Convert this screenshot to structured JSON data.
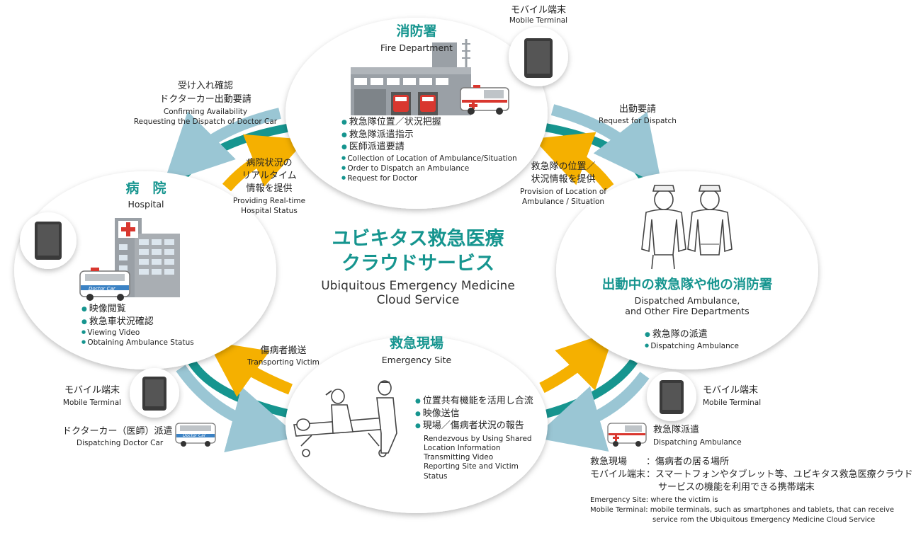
{
  "colors": {
    "teal": "#16958f",
    "light_blue": "#9ac6d4",
    "orange": "#f5b000",
    "gray_building": "#9aa0a6"
  },
  "center": {
    "title_line1": "ユビキタス救急医療",
    "title_line2": "クラウドサービス",
    "en_line1": "Ubiquitous Emergency Medicine",
    "en_line2": "Cloud Service"
  },
  "fire_dept": {
    "title": "消防署",
    "subtitle": "Fire Department",
    "items_jp": [
      "救急隊位置／状況把握",
      "救急隊派遣指示",
      "医師派遣要請"
    ],
    "items_en": [
      "Collection of Location of Ambulance/Situation",
      "Order to Dispatch an Ambulance",
      "Request for Doctor"
    ]
  },
  "hospital": {
    "title": "病　院",
    "subtitle": "Hospital",
    "items_jp": [
      "映像閲覧",
      "救急車状況確認"
    ],
    "items_en": [
      "Viewing Video",
      "Obtaining Ambulance Status"
    ],
    "doctor_car_text": "Doctor Car"
  },
  "dispatched": {
    "title": "出動中の救急隊や他の消防署",
    "subtitle_line1": "Dispatched Ambulance,",
    "subtitle_line2": "and Other Fire Departments",
    "items_jp": [
      "救急隊の派遣"
    ],
    "items_en": [
      "Dispatching Ambulance"
    ]
  },
  "site": {
    "title": "救急現場",
    "subtitle": "Emergency Site",
    "items_jp": [
      "位置共有機能を活用し合流",
      "映像送信",
      "現場／傷病者状況の報告"
    ],
    "items_en": [
      "Rendezvous by Using Shared",
      "Location Information",
      "Transmitting Video",
      "Reporting Site and Victim",
      "Status"
    ]
  },
  "arrows": {
    "confirm_jp1": "受け入れ確認",
    "confirm_jp2": "ドクターカー出動要請",
    "confirm_en1": "Confirming Availability",
    "confirm_en2": "Requesting the Dispatch of Doctor Car",
    "realtime_jp1": "病院状況の",
    "realtime_jp2": "リアルタイム",
    "realtime_jp3": "情報を提供",
    "realtime_en1": "Providing Real-time",
    "realtime_en2": "Hospital Status",
    "dispatch_req_jp": "出動要請",
    "dispatch_req_en": "Request for Dispatch",
    "location_jp1": "救急隊の位置／",
    "location_jp2": "状況情報を提供",
    "location_en1": "Provision of Location of",
    "location_en2": "Ambulance / Situation",
    "transport_jp": "傷病者搬送",
    "transport_en": "Transporting Victim"
  },
  "mobile_top": {
    "jp": "モバイル端末",
    "en": "Mobile Terminal"
  },
  "mobile_left": {
    "jp": "モバイル端末",
    "en": "Mobile Terminal"
  },
  "mobile_right": {
    "jp": "モバイル端末",
    "en": "Mobile Terminal"
  },
  "doctor_car_left": {
    "jp": "ドクターカー（医師）派遣",
    "en": "Dispatching Doctor Car",
    "car_text": "Doctor Car"
  },
  "ambulance_right": {
    "jp": "救急隊派遣",
    "en": "Dispatching Ambulance"
  },
  "legend": {
    "site_term_jp": "救急現場",
    "site_def_jp": "：傷病者の居る場所",
    "mobile_term_jp": "モバイル端末",
    "mobile_def_jp1": "：スマートフォンやタブレット等、ユビキタス救急医療クラウド",
    "mobile_def_jp2": "サービスの機能を利用できる携帯端末",
    "site_en": "Emergency Site: where the victim is",
    "mobile_en1": "Mobile Terminal: mobile terminals, such as smartphones and tablets, that can receive",
    "mobile_en2": "service  rom the Ubiquitous Emergency Medicine Cloud Service"
  }
}
